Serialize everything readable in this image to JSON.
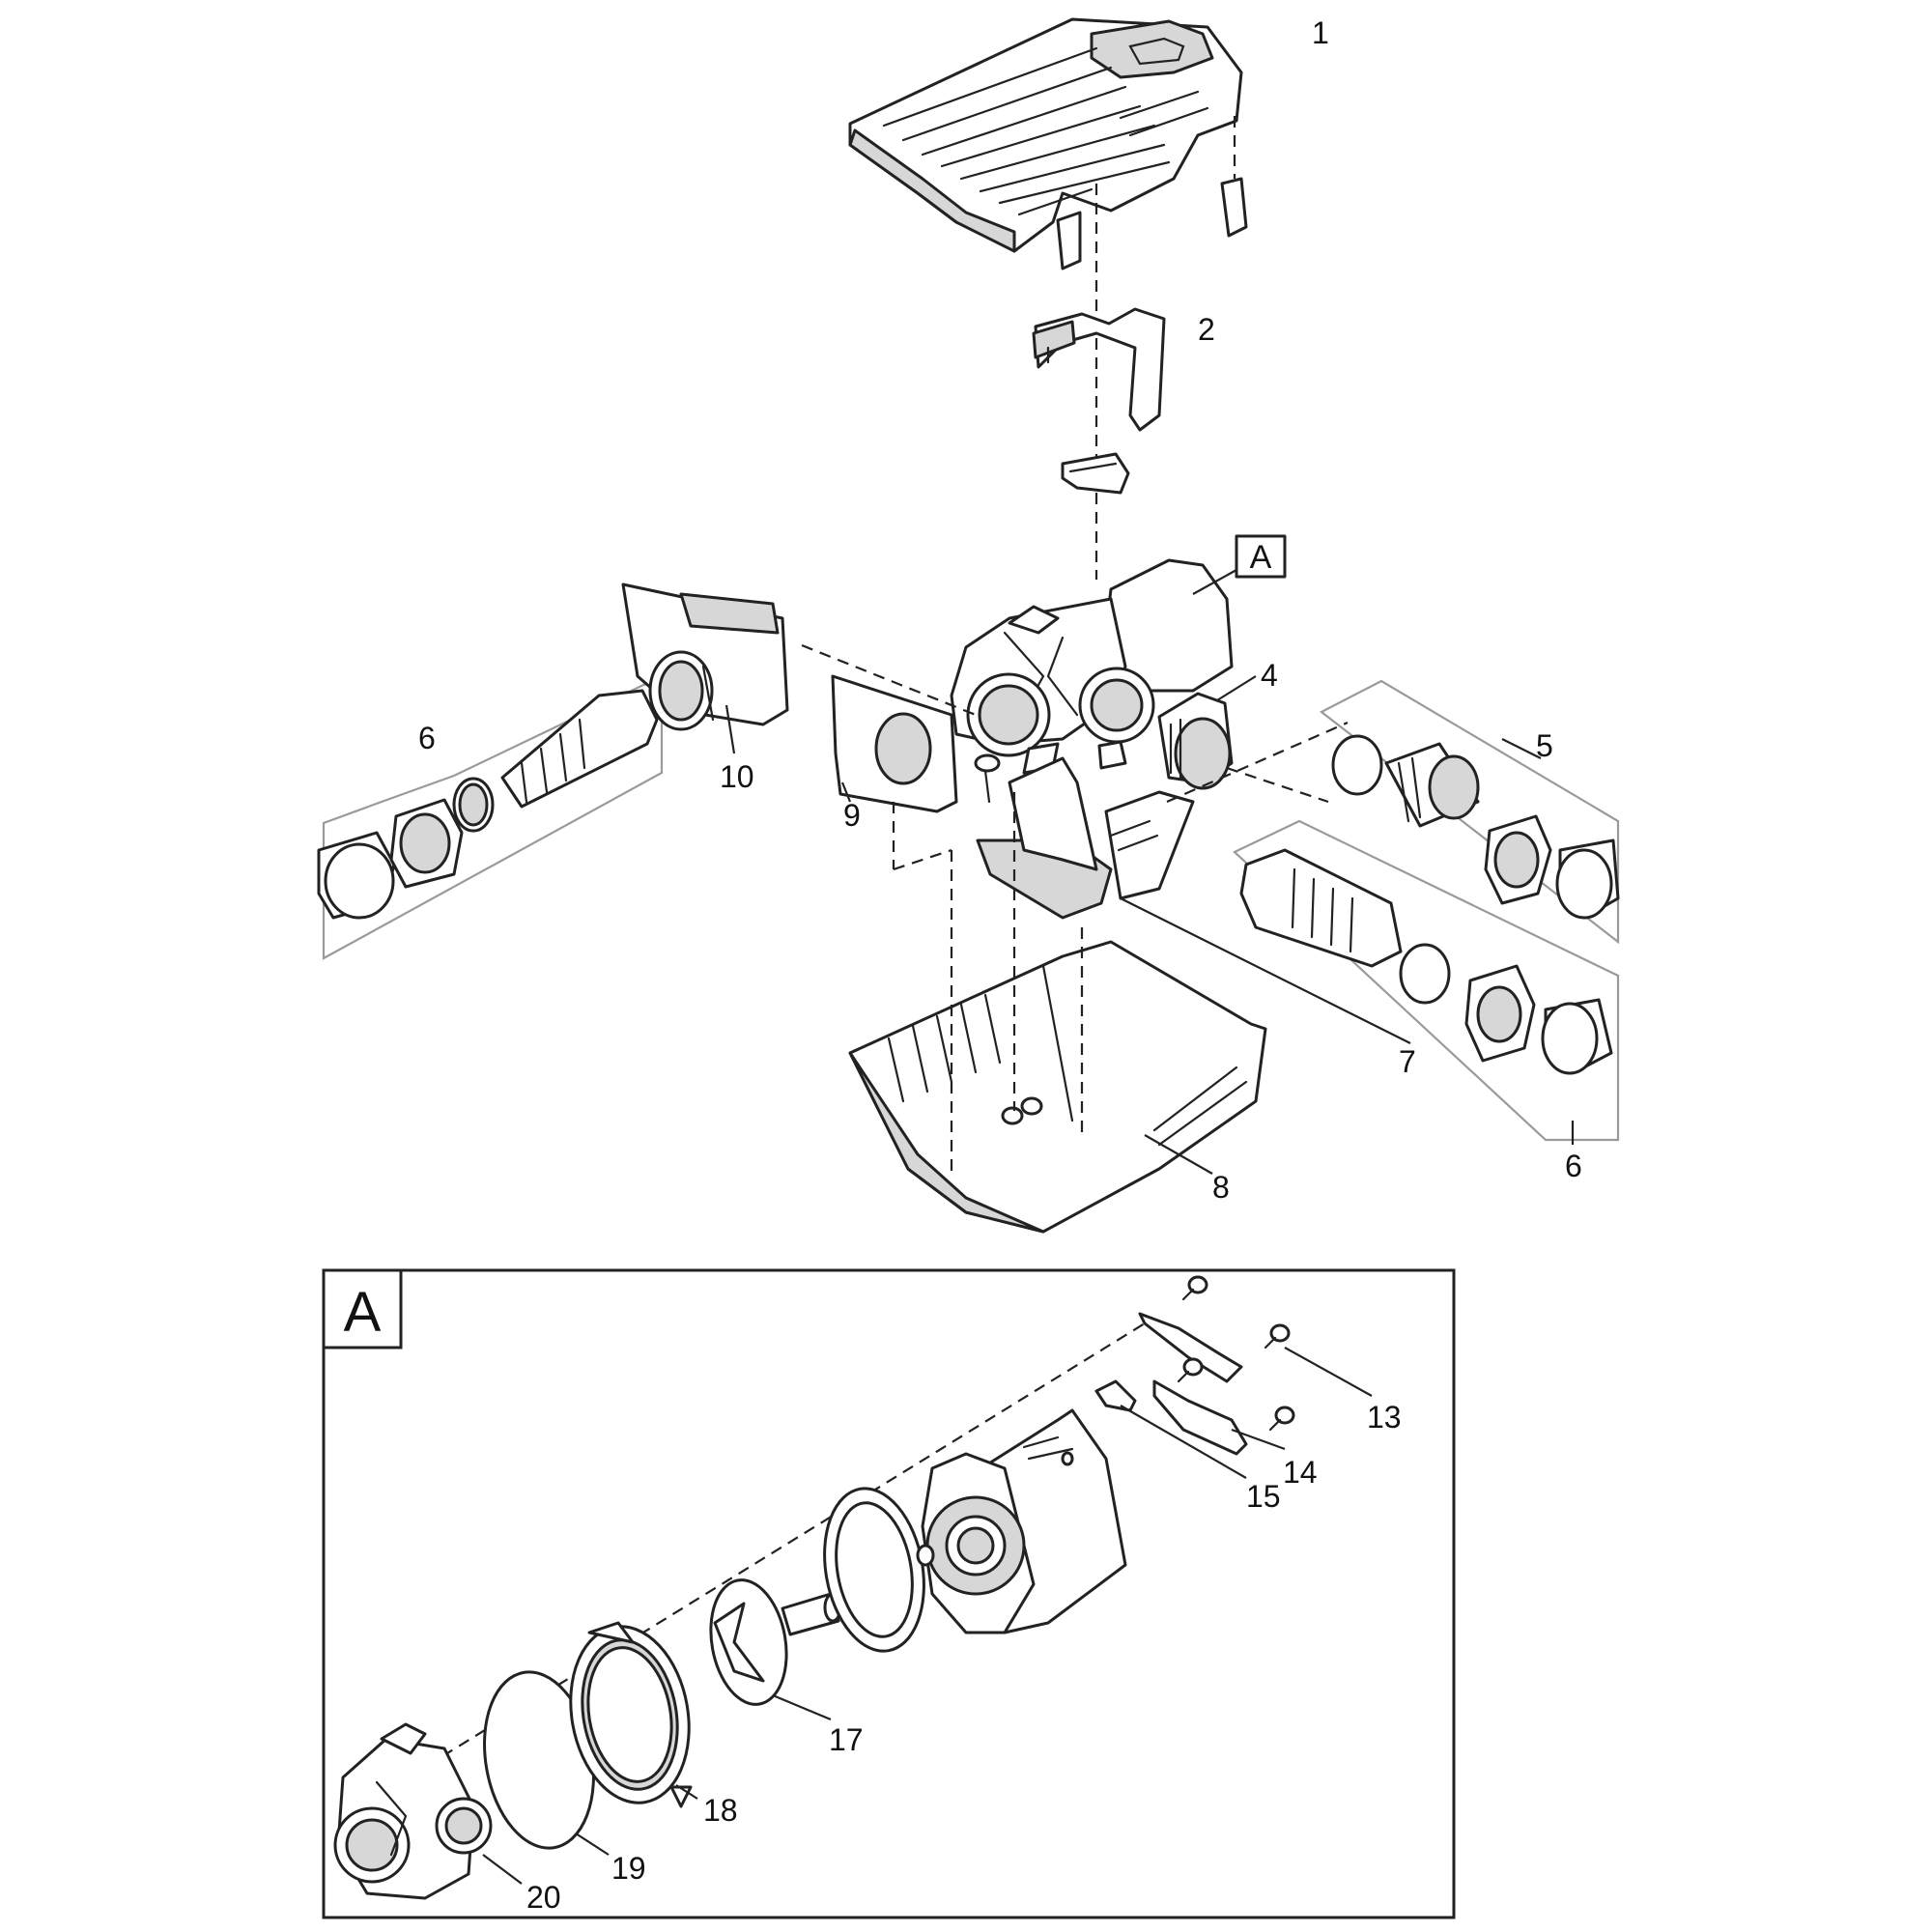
{
  "labels": {
    "p1": "1",
    "p2": "2",
    "p4": "4",
    "p5": "5",
    "p6_left": "6",
    "p6_right": "6",
    "p7": "7",
    "p8": "8",
    "p9": "9",
    "p10": "10",
    "p13": "13",
    "p14": "14",
    "p15": "15",
    "p17": "17",
    "p18": "18",
    "p19": "19",
    "p20": "20"
  },
  "detail": {
    "callout": "A",
    "box_title": "A"
  },
  "colors": {
    "line": "#222222",
    "kit_box": "#9a9a9a",
    "shading": "#d7d7d7",
    "background": "#ffffff"
  }
}
